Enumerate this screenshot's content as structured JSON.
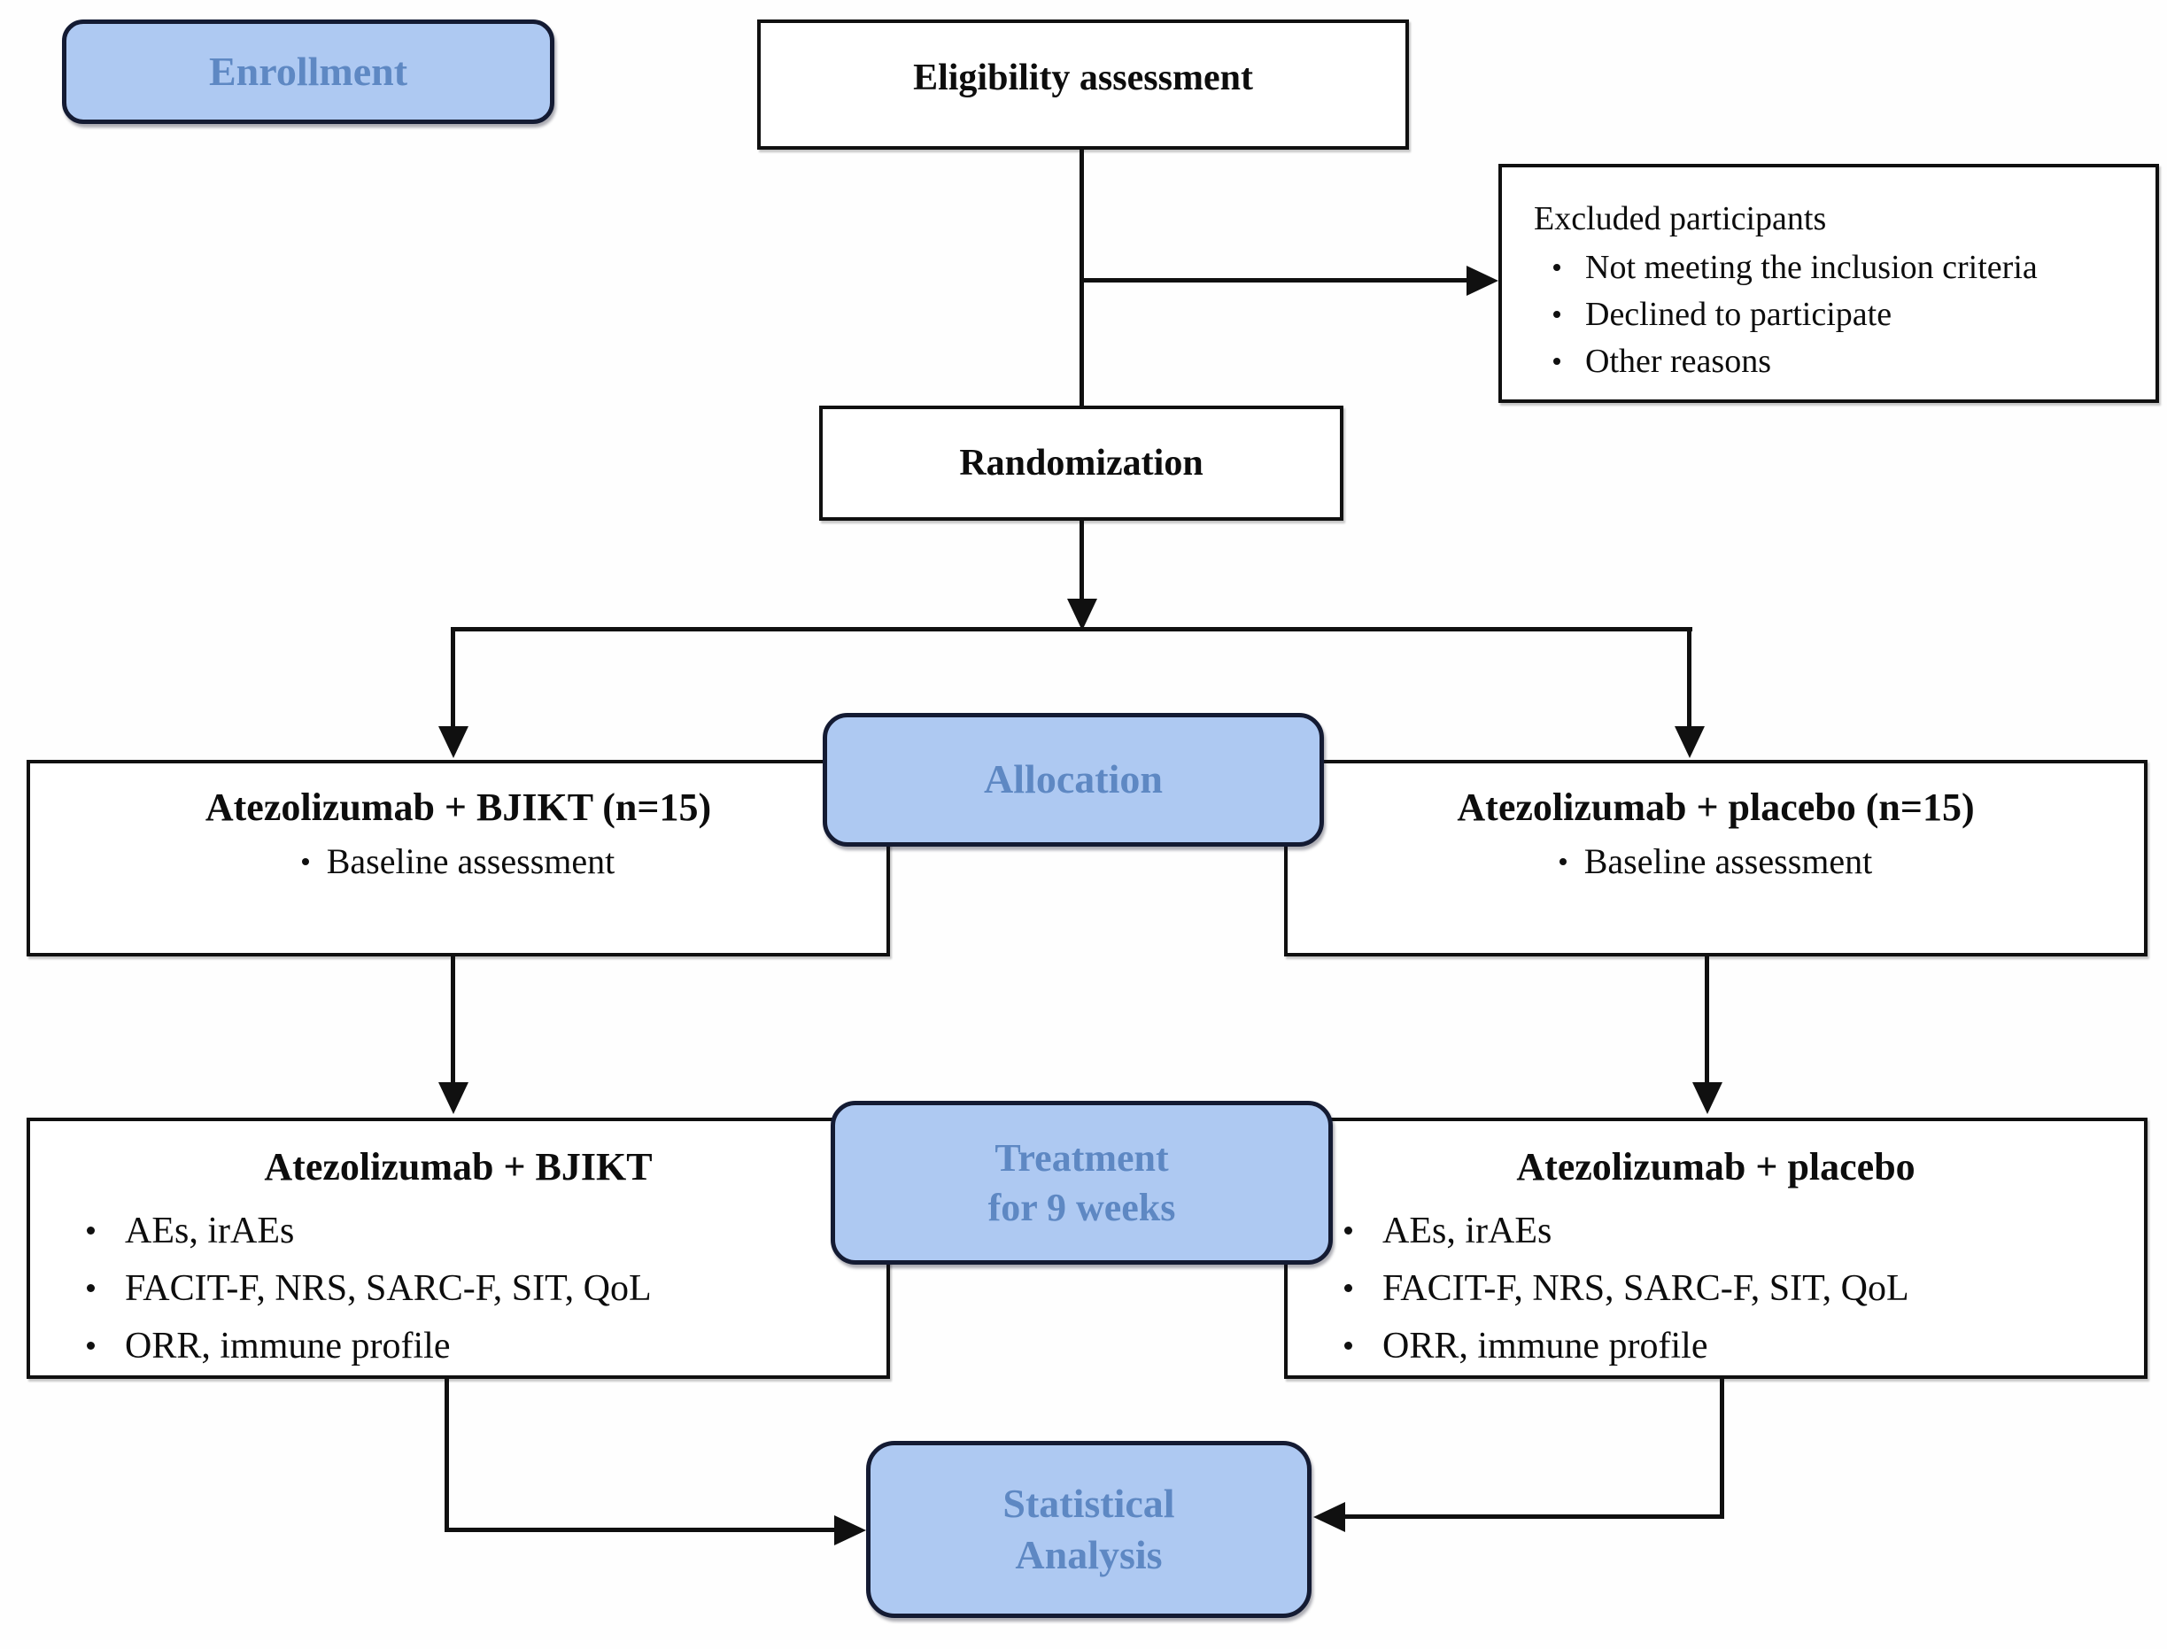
{
  "figure": {
    "colors": {
      "pill_fill": "#aec9f2",
      "pill_text": "#5e88c3",
      "pill_border": "#141b33",
      "line": "#101010",
      "text": "#0d0d0d"
    },
    "pills": {
      "enrollment": "Enrollment",
      "allocation": "Allocation",
      "treatment": [
        "Treatment",
        "for 9 weeks"
      ],
      "statistics": [
        "Statistical",
        "Analysis"
      ]
    },
    "boxes": {
      "eligibility": {
        "title": "Eligibility assessment"
      },
      "excluded": {
        "title": "Excluded participants",
        "bullets": [
          "Not meeting the inclusion criteria",
          "Declined to participate",
          "Other reasons"
        ]
      },
      "randomization": {
        "title": "Randomization"
      },
      "allocation_left": {
        "title": "Atezolizumab + BJIKT (n=15)",
        "bullets": [
          "Baseline assessment"
        ]
      },
      "allocation_right": {
        "title": "Atezolizumab + placebo (n=15)",
        "bullets": [
          "Baseline assessment"
        ]
      },
      "treatment_left": {
        "title": "Atezolizumab + BJIKT",
        "bullets": [
          "AEs, irAEs",
          "FACIT-F, NRS, SARC-F, SIT, QoL",
          "ORR, immune profile"
        ]
      },
      "treatment_right": {
        "title": "Atezolizumab + placebo",
        "bullets": [
          "AEs, irAEs",
          "FACIT-F, NRS, SARC-F, SIT, QoL",
          "ORR, immune profile"
        ]
      }
    }
  }
}
